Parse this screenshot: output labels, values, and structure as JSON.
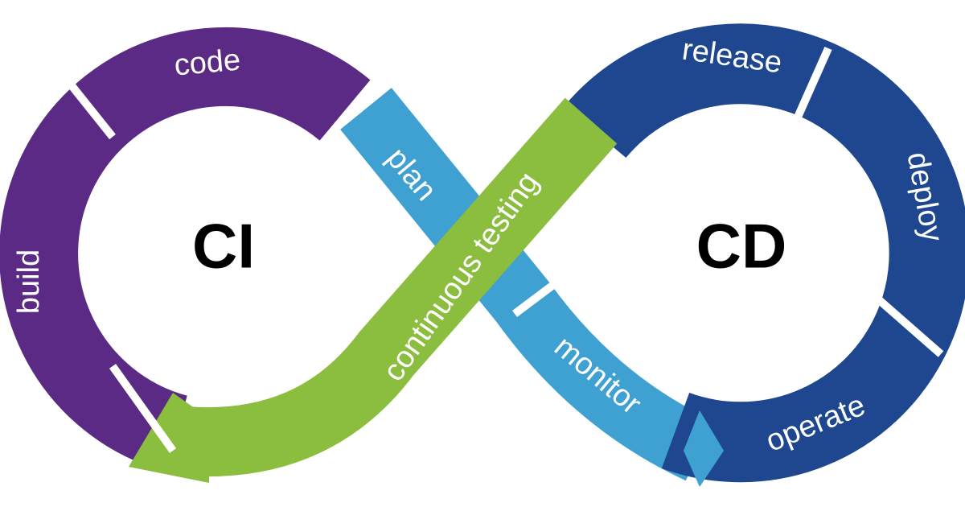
{
  "colors": {
    "ci_ring": "#5a2a84",
    "plan_monitor": "#3fa1d2",
    "continuous_testing": "#8bbd3e",
    "cd_ring": "#1e4790"
  },
  "ci": {
    "title": "CI",
    "stages": {
      "code": "code",
      "build": "build"
    }
  },
  "cd": {
    "title": "CD",
    "stages": {
      "release": "release",
      "deploy": "deploy",
      "operate": "operate"
    }
  },
  "crossing": {
    "plan": "plan",
    "monitor": "monitor",
    "continuous_testing": "continuous testing"
  }
}
